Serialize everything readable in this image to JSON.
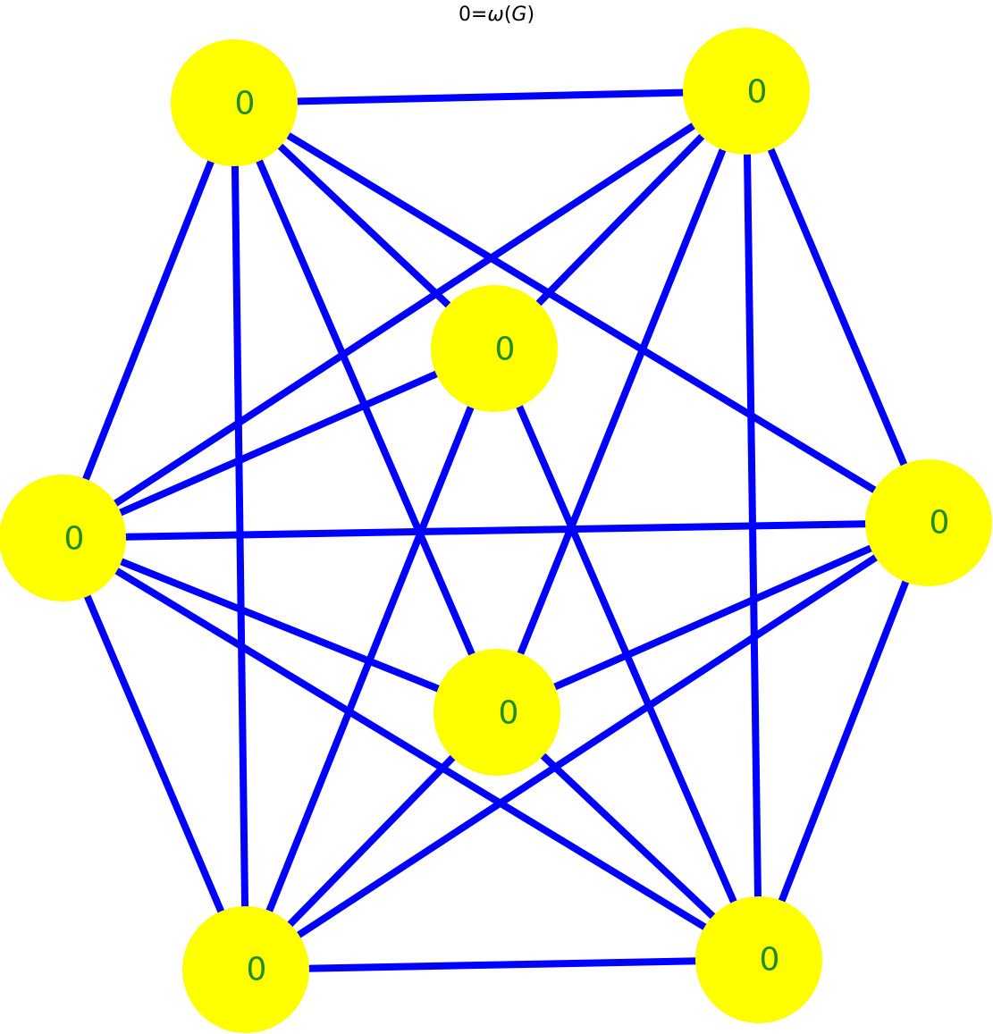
{
  "title": {
    "prefix": "0=",
    "omega": "ω",
    "open": "(",
    "var": "G",
    "close": ")"
  },
  "colors": {
    "edge": "#0000ff",
    "node_fill": "#ffff00",
    "node_label": "#228b22",
    "background": "#ffffff"
  },
  "graph": {
    "nodes": [
      {
        "id": "n1",
        "label": "0"
      },
      {
        "id": "n2",
        "label": "0"
      },
      {
        "id": "n3",
        "label": "0"
      },
      {
        "id": "n4",
        "label": "0"
      },
      {
        "id": "n5",
        "label": "0"
      },
      {
        "id": "n6",
        "label": "0"
      },
      {
        "id": "n7",
        "label": "0"
      },
      {
        "id": "n8",
        "label": "0"
      }
    ],
    "edges": [
      [
        "n1",
        "n2"
      ],
      [
        "n1",
        "n3"
      ],
      [
        "n1",
        "n4"
      ],
      [
        "n1",
        "n5"
      ],
      [
        "n1",
        "n6"
      ],
      [
        "n1",
        "n7"
      ],
      [
        "n2",
        "n3"
      ],
      [
        "n2",
        "n4"
      ],
      [
        "n2",
        "n5"
      ],
      [
        "n2",
        "n6"
      ],
      [
        "n2",
        "n8"
      ],
      [
        "n3",
        "n4"
      ],
      [
        "n3",
        "n7"
      ],
      [
        "n3",
        "n8"
      ],
      [
        "n4",
        "n5"
      ],
      [
        "n4",
        "n6"
      ],
      [
        "n4",
        "n7"
      ],
      [
        "n4",
        "n8"
      ],
      [
        "n5",
        "n6"
      ],
      [
        "n5",
        "n7"
      ],
      [
        "n5",
        "n8"
      ],
      [
        "n6",
        "n7"
      ],
      [
        "n6",
        "n8"
      ],
      [
        "n7",
        "n8"
      ]
    ]
  }
}
